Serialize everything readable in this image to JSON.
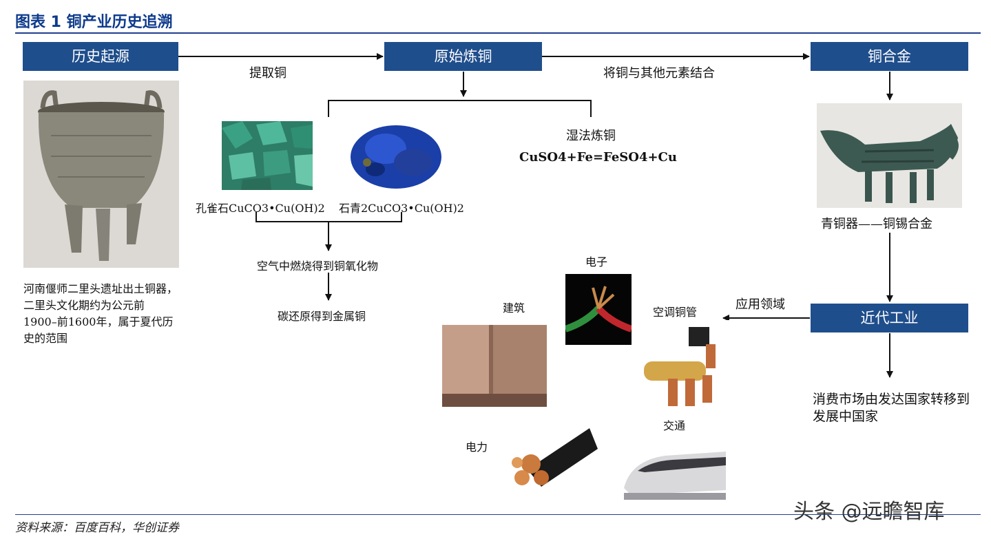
{
  "figure_title": "图表 1  铜产业历史追溯",
  "boxes": {
    "history": "历史起源",
    "primitive": "原始炼铜",
    "alloy": "铜合金",
    "industry": "近代工业"
  },
  "edge_labels": {
    "extract": "提取铜",
    "combine": "将铜与其他元素结合",
    "application": "应用领域"
  },
  "history_note": "河南偃师二里头遗址出土铜器，二里头文化期约为公元前1900–前1600年，属于夏代历史的范围",
  "ores": {
    "malachite": "孔雀石CuCO3•Cu(OH)2",
    "azurite": "石青2CuCO3•Cu(OH)2"
  },
  "wet_method": {
    "title": "湿法炼铜",
    "formula": "CuSO4+Fe=FeSO4+Cu"
  },
  "steps": {
    "burn": "空气中燃烧得到铜氧化物",
    "reduce": "碳还原得到金属铜"
  },
  "bronze_caption": "青铜器——铜锡合金",
  "industry_note": "消费市场由发达国家转移到发展中国家",
  "applications": {
    "electronics": "电子",
    "construction": "建筑",
    "ac_pipe": "空调铜管",
    "power": "电力",
    "transport": "交通"
  },
  "source": "资料来源：百度百科，华创证券",
  "watermark": "头条 @远瞻智库",
  "colors": {
    "box_fill": "#1f4e8c",
    "title": "#0d3a8c",
    "rule": "#1f3f8f"
  }
}
